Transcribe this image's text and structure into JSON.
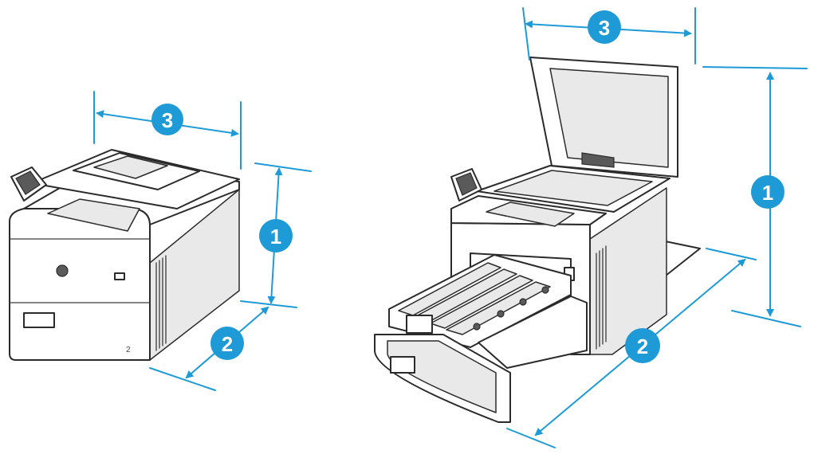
{
  "diagram": {
    "accent_color": "#1e9bd7",
    "callouts": {
      "left_height": "1",
      "left_depth": "2",
      "left_width": "3",
      "right_height": "1",
      "right_depth": "2",
      "right_width": "3"
    },
    "left_printer_label": "2"
  }
}
